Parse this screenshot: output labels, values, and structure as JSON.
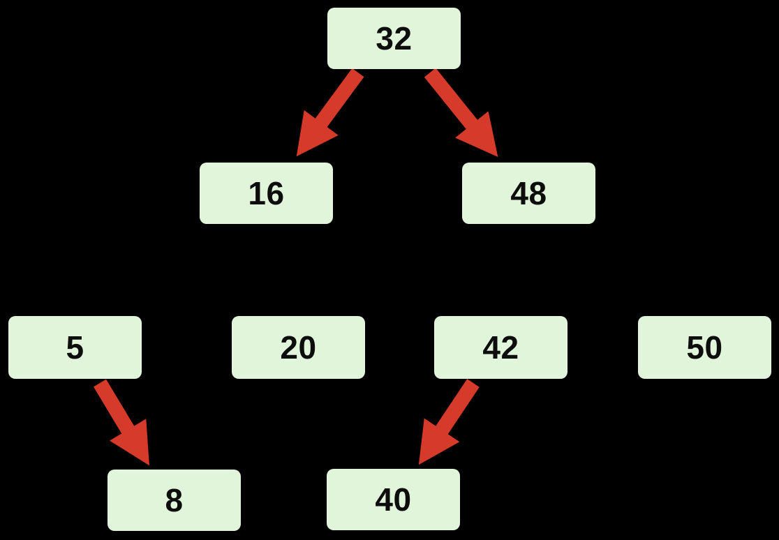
{
  "colors": {
    "background": "#000000",
    "node_fill": "#e0f5da",
    "node_text": "#0d0d0d",
    "arrow": "#d63a2a"
  },
  "tree": {
    "nodes": [
      {
        "id": "32",
        "label": "32",
        "level": 1
      },
      {
        "id": "16",
        "label": "16",
        "level": 2
      },
      {
        "id": "48",
        "label": "48",
        "level": 2
      },
      {
        "id": "5",
        "label": "5",
        "level": 3
      },
      {
        "id": "20",
        "label": "20",
        "level": 3
      },
      {
        "id": "42",
        "label": "42",
        "level": 3
      },
      {
        "id": "50",
        "label": "50",
        "level": 3
      },
      {
        "id": "8",
        "label": "8",
        "level": 4
      },
      {
        "id": "40",
        "label": "40",
        "level": 4
      }
    ],
    "arrows": [
      {
        "from": "32",
        "to": "16"
      },
      {
        "from": "32",
        "to": "48"
      },
      {
        "from": "5",
        "to": "8"
      },
      {
        "from": "42",
        "to": "40"
      }
    ]
  }
}
